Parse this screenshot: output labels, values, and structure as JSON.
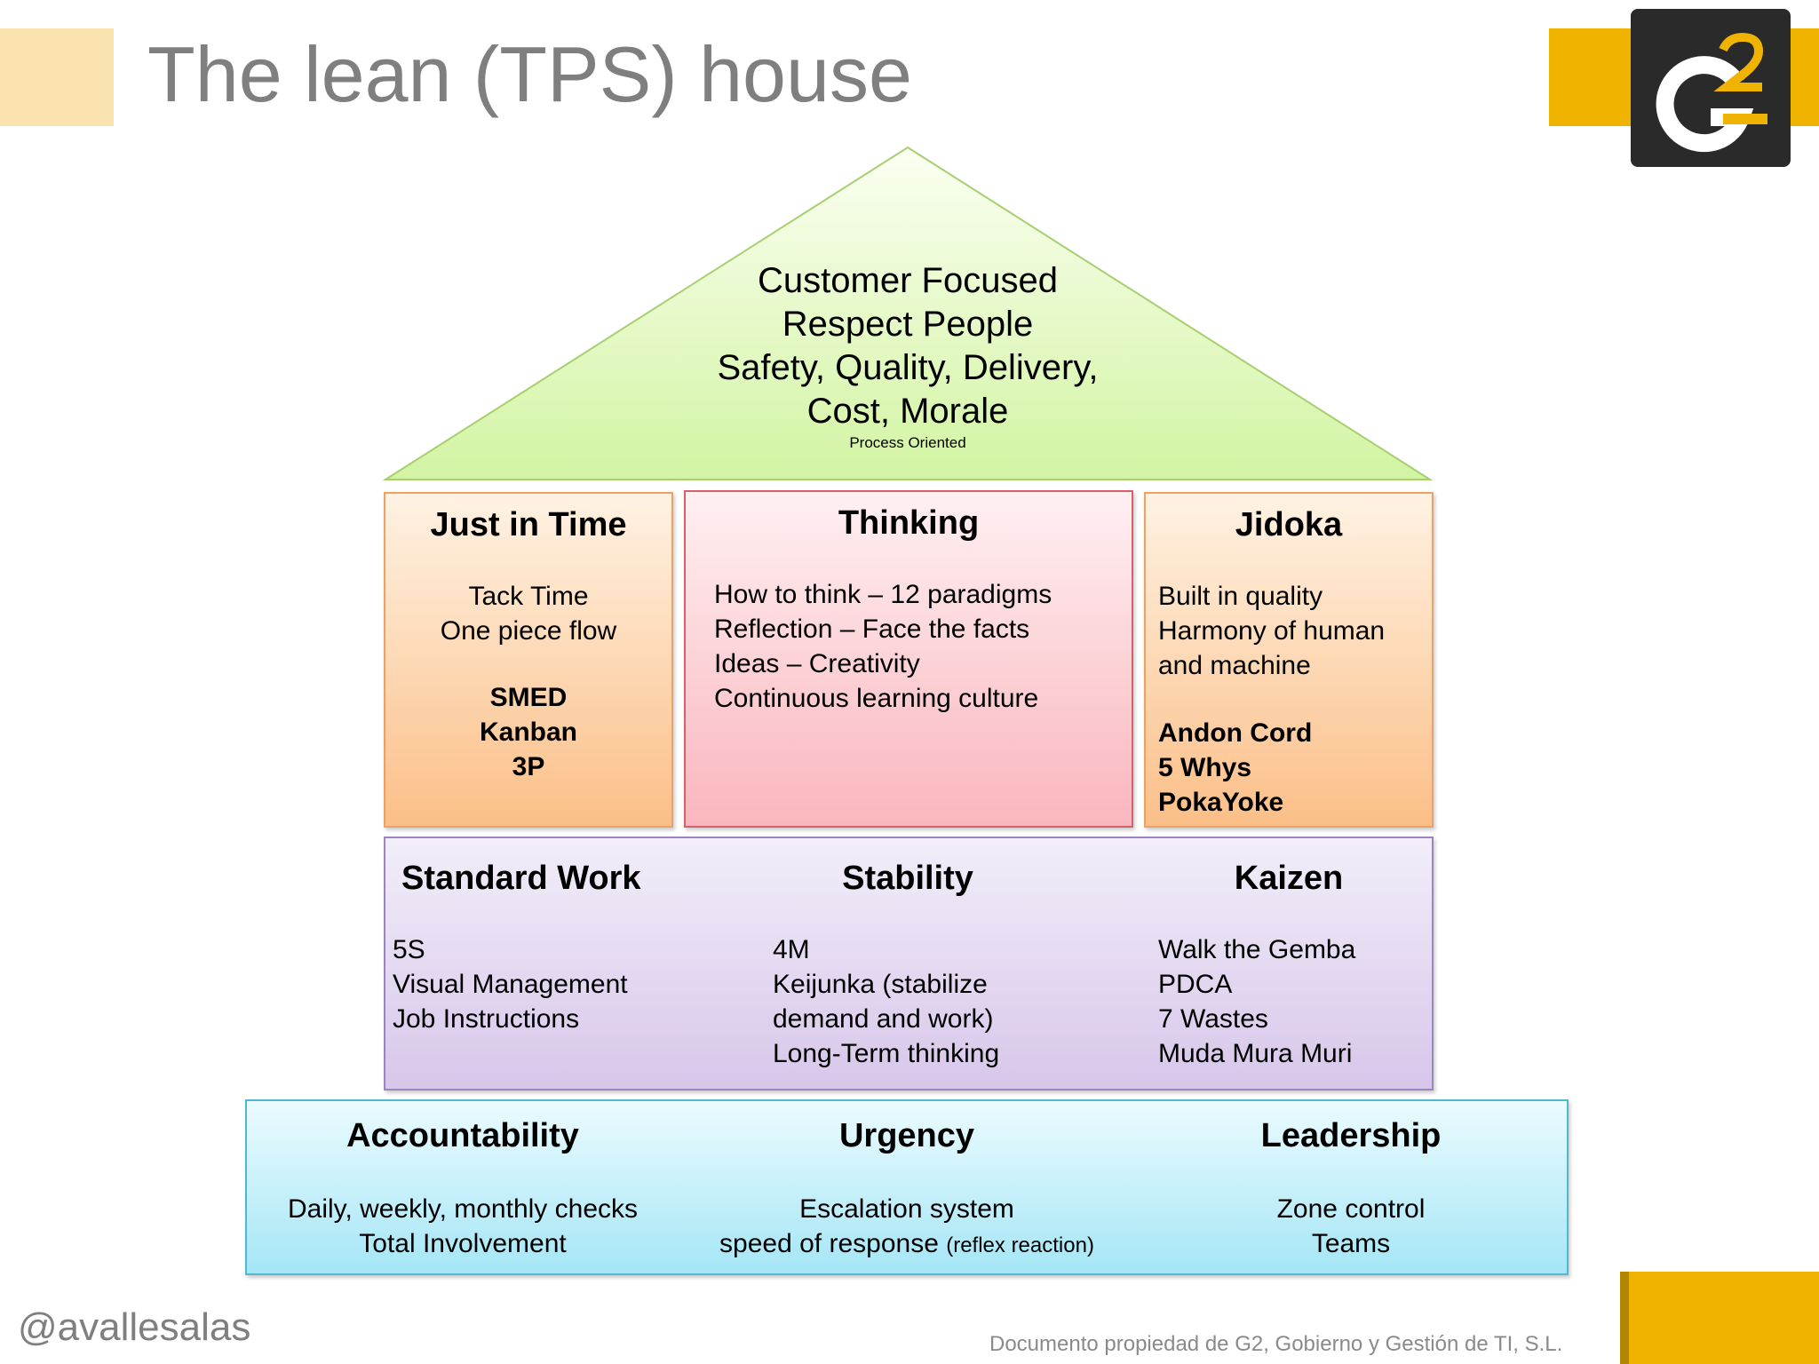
{
  "title": "The lean (TPS) house",
  "logo": {
    "letter": "G",
    "superscript": "2",
    "colors": {
      "band": "#f0b400",
      "box": "#2a2a2a"
    }
  },
  "roof": {
    "lines": [
      "Customer Focused",
      "Respect People",
      "Safety, Quality, Delivery,",
      "Cost, Morale"
    ],
    "subtitle": "Process Oriented"
  },
  "pillars": {
    "jit": {
      "title": "Just in Time",
      "lines": [
        "Tack Time",
        "One piece flow"
      ],
      "bold": [
        "SMED",
        "Kanban",
        "3P"
      ]
    },
    "thinking": {
      "title": "Thinking",
      "lines": [
        "How to think – 12 paradigms",
        "Reflection – Face the facts",
        "Ideas – Creativity",
        "Continuous learning culture"
      ]
    },
    "jidoka": {
      "title": "Jidoka",
      "lines": [
        "Built in quality",
        "Harmony of human",
        "and machine"
      ],
      "bold": [
        "Andon Cord",
        "5 Whys",
        "PokaYoke"
      ]
    }
  },
  "middle": {
    "standard": {
      "title": "Standard Work",
      "lines": [
        "5S",
        "Visual Management",
        "Job Instructions"
      ]
    },
    "stability": {
      "title": "Stability",
      "lines": [
        "4M",
        "Keijunka (stabilize",
        "demand and work)",
        "Long-Term thinking"
      ]
    },
    "kaizen": {
      "title": "Kaizen",
      "lines": [
        "Walk the Gemba",
        "PDCA",
        "7 Wastes",
        "Muda Mura Muri"
      ]
    }
  },
  "base": {
    "accountability": {
      "title": "Accountability",
      "lines": [
        "Daily, weekly, monthly checks",
        "Total Involvement"
      ]
    },
    "urgency": {
      "title": "Urgency",
      "line1": "Escalation system",
      "line2_main": "speed of response",
      "line2_small": "(reflex reaction)"
    },
    "leadership": {
      "title": "Leadership",
      "lines": [
        "Zone control",
        "Teams"
      ]
    }
  },
  "footer": {
    "handle": "@avallesalas",
    "copyright": "Documento propiedad de G2, Gobierno y Gestión de TI, S.L."
  }
}
